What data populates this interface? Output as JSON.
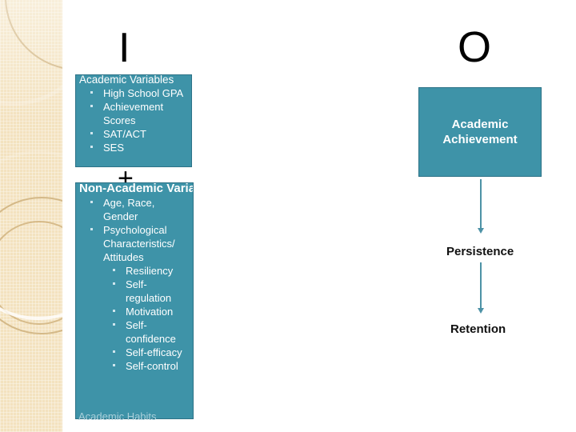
{
  "slide": {
    "background_color": "#ffffff",
    "accent_color": "#3e93a8",
    "sidebar_color": "#f3e2bf",
    "arrow_color": "#4d92a6"
  },
  "glyphs": {
    "left_mark": "I",
    "right_mark": "O",
    "plus_mark": "+"
  },
  "academic_box": {
    "title": "Academic Variables",
    "items": [
      "High School GPA",
      "Achievement Scores",
      "SAT/ACT",
      "SES"
    ]
  },
  "nonacademic_box": {
    "title": "Non-Academic Variables",
    "items": [
      "Age, Race, Gender",
      "Psychological Characteristics/ Attitudes"
    ],
    "sub_items": [
      "Resiliency",
      "Self-regulation",
      "Motivation",
      "Self-confidence",
      "Self-efficacy",
      "Self-control"
    ],
    "clipped_tail": "Academic Habits"
  },
  "achievement_box": {
    "label_line_1": "Academic",
    "label_line_2": "Achievement"
  },
  "outcomes": {
    "persistence": "Persistence",
    "retention": "Retention"
  }
}
